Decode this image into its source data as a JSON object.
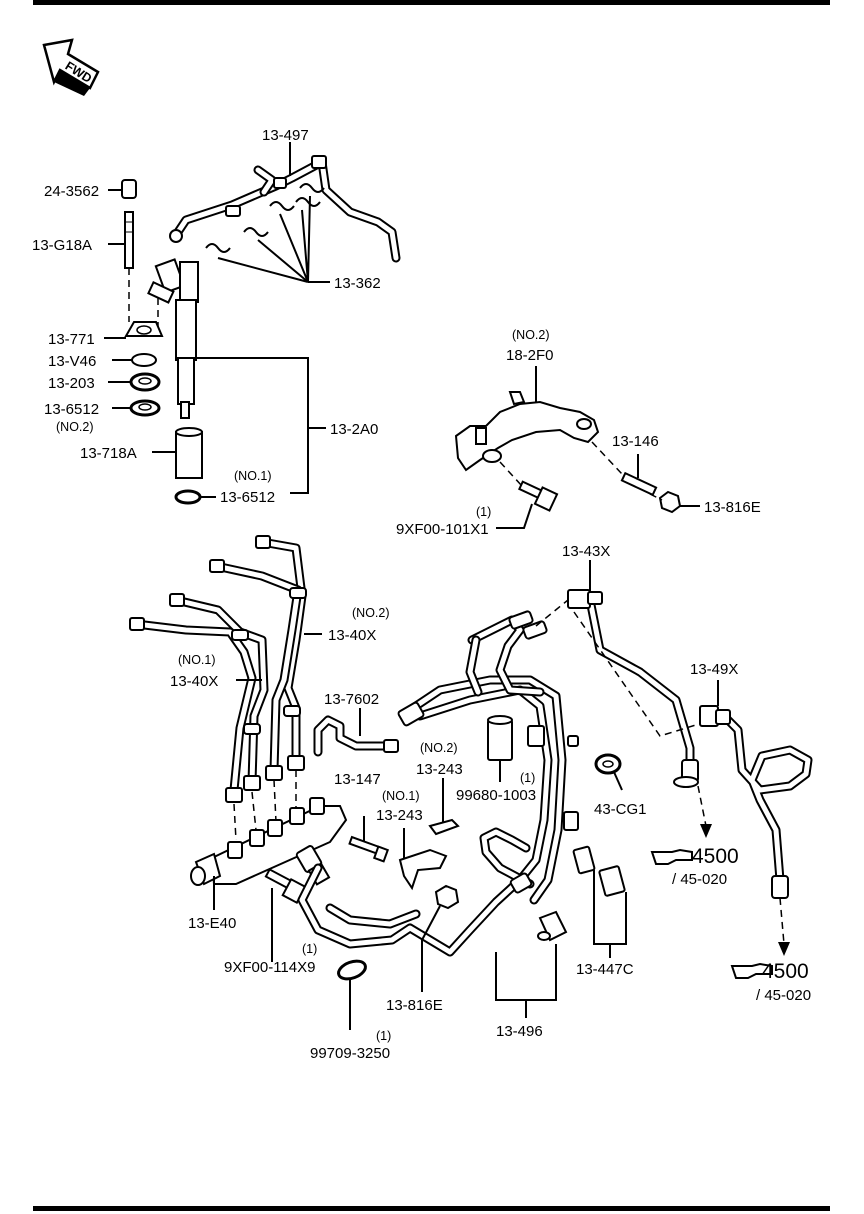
{
  "fwd_label": "FWD",
  "labels": {
    "p13_497": "13-497",
    "p24_3562": "24-3562",
    "p13_g18a": "13-G18A",
    "p13_362": "13-362",
    "p13_771": "13-771",
    "p13_v46": "13-V46",
    "p13_203": "13-203",
    "p13_6512_no2": "13-6512",
    "no2_a": "(NO.2)",
    "p13_718a": "13-718A",
    "no1_a": "(NO.1)",
    "p13_6512_no1": "13-6512",
    "p13_2a0": "13-2A0",
    "no2_b": "(NO.2)",
    "p18_2f0": "18-2F0",
    "p13_146": "13-146",
    "qty1_a": "(1)",
    "p9xf00_101x1": "9XF00-101X1",
    "p13_816e_a": "13-816E",
    "p13_43x": "13-43X",
    "no2_c": "(NO.2)",
    "p13_40x_no2": "13-40X",
    "no1_c": "(NO.1)",
    "p13_40x_no1": "13-40X",
    "p13_49x": "13-49X",
    "p13_7602": "13-7602",
    "no2_d": "(NO.2)",
    "p13_243_no2": "13-243",
    "p13_147": "13-147",
    "no1_d": "(NO.1)",
    "p13_243_no1": "13-243",
    "qty1_b": "(1)",
    "p99680_1003": "99680-1003",
    "p43_cg1": "43-CG1",
    "ref4500_a": "4500",
    "ref45020_a": "/ 45-020",
    "p13_e40": "13-E40",
    "qty1_c": "(1)",
    "p9xf00_114x9": "9XF00-114X9",
    "p13_447c": "13-447C",
    "ref4500_b": "4500",
    "ref45020_b": "/ 45-020",
    "p13_816e_b": "13-816E",
    "p13_496": "13-496",
    "qty1_d": "(1)",
    "p99709_3250": "99709-3250"
  }
}
